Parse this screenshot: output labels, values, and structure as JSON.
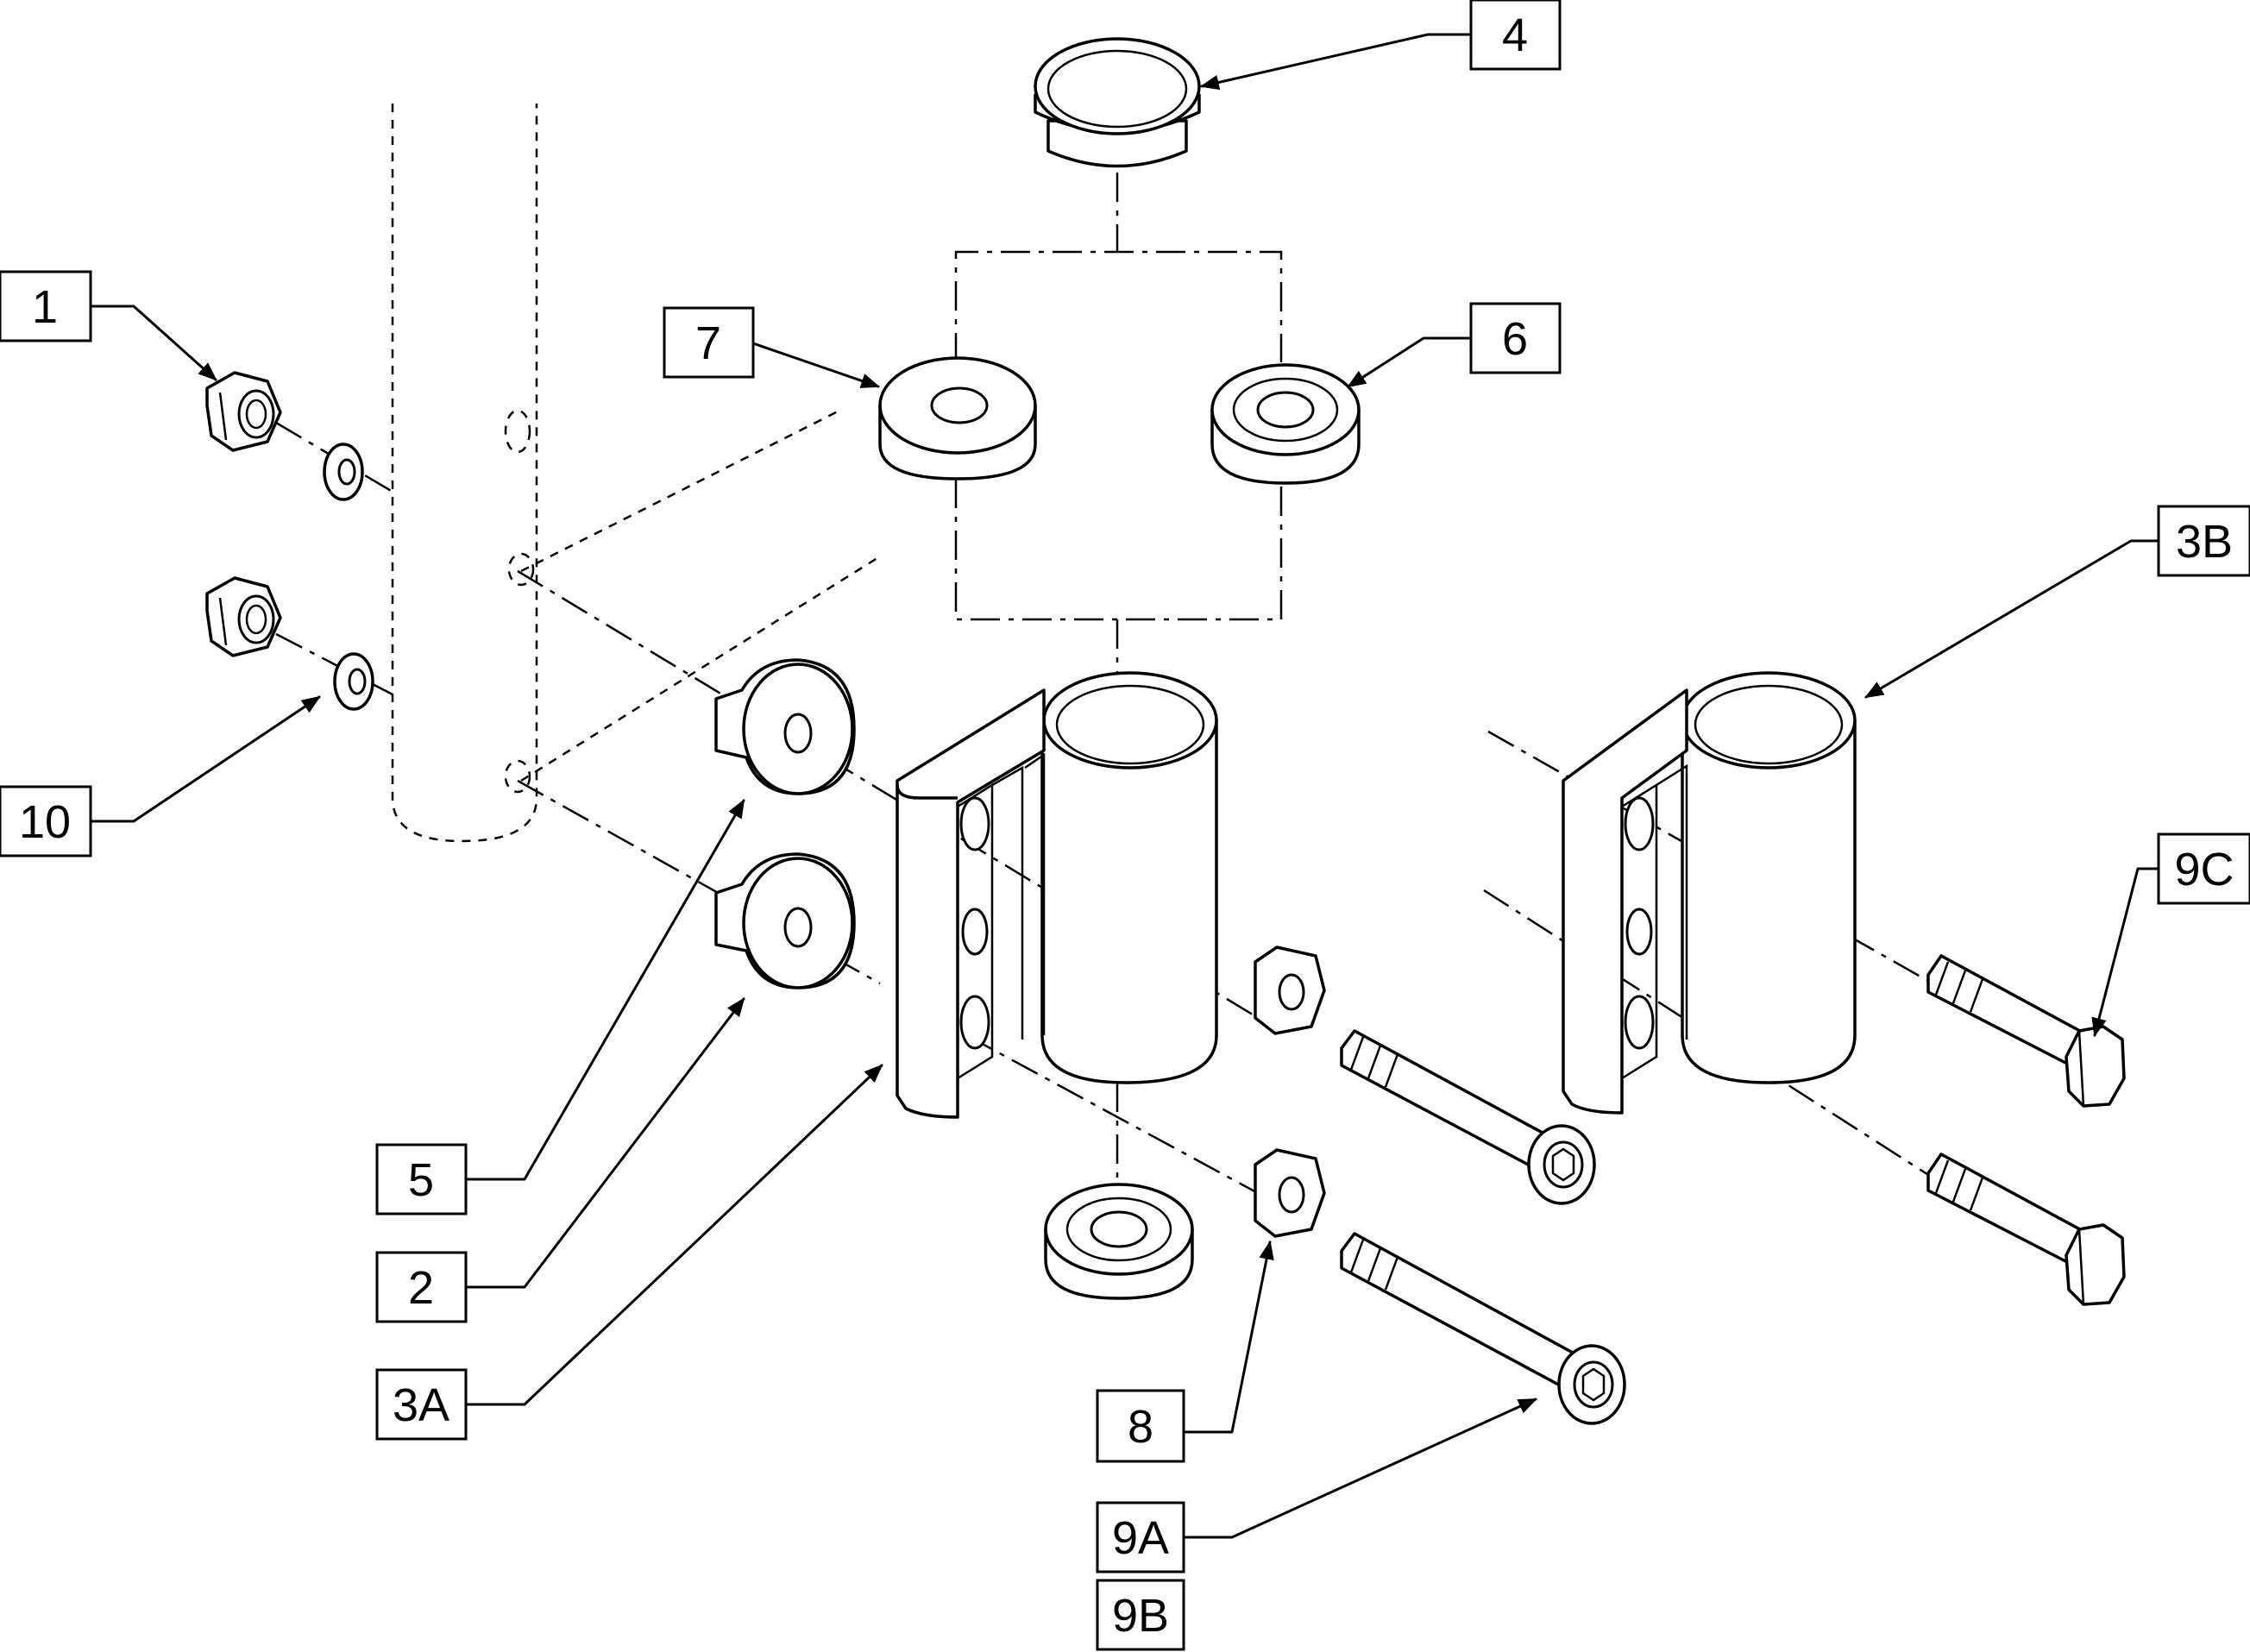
{
  "figure": {
    "type": "exploded-parts-diagram",
    "callouts": [
      {
        "id": "c1",
        "label": "1"
      },
      {
        "id": "c2",
        "label": "2"
      },
      {
        "id": "c3a",
        "label": "3A"
      },
      {
        "id": "c3b",
        "label": "3B"
      },
      {
        "id": "c4",
        "label": "4"
      },
      {
        "id": "c5",
        "label": "5"
      },
      {
        "id": "c6",
        "label": "6"
      },
      {
        "id": "c7",
        "label": "7"
      },
      {
        "id": "c8",
        "label": "8"
      },
      {
        "id": "c9a",
        "label": "9A"
      },
      {
        "id": "c9b",
        "label": "9B"
      },
      {
        "id": "c9c",
        "label": "9C"
      },
      {
        "id": "c10",
        "label": "10"
      }
    ]
  }
}
